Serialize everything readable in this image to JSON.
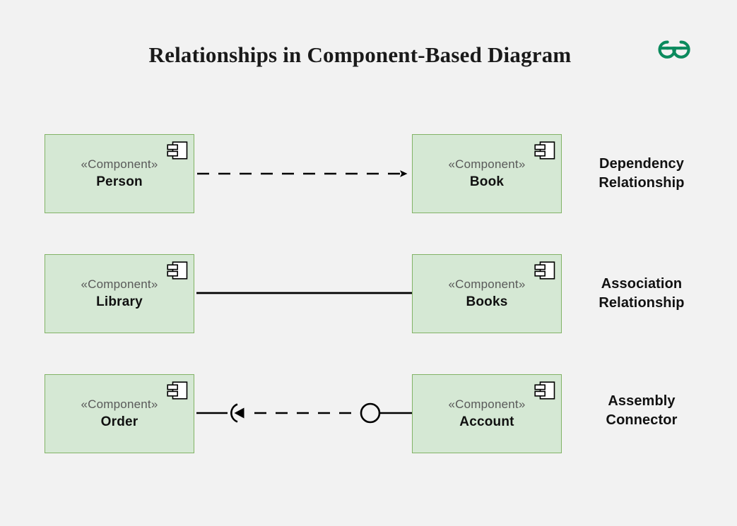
{
  "page": {
    "background_color": "#f2f2f2",
    "title": "Relationships in Component-Based Diagram"
  },
  "brand": {
    "name": "geeksforgeeks-logo",
    "color": "#0b8a5d"
  },
  "diagram": {
    "type": "uml-component-diagram",
    "box_fill": "#d5e8d4",
    "box_stroke": "#82b366",
    "line_color": "#000000",
    "stereotype": "«Component»",
    "rows": [
      {
        "id": "dependency",
        "source": {
          "stereotype": "«Component»",
          "name": "Person"
        },
        "target": {
          "stereotype": "«Component»",
          "name": "Book"
        },
        "connector": "dashed-line-with-open-arrow",
        "label_line1": "Dependency",
        "label_line2": "Relationship"
      },
      {
        "id": "association",
        "source": {
          "stereotype": "«Component»",
          "name": "Library"
        },
        "target": {
          "stereotype": "«Component»",
          "name": "Books"
        },
        "connector": "solid-line",
        "label_line1": "Association",
        "label_line2": "Relationship"
      },
      {
        "id": "assembly",
        "source": {
          "stereotype": "«Component»",
          "name": "Order"
        },
        "target": {
          "stereotype": "«Component»",
          "name": "Account"
        },
        "connector": "socket-and-ball-assembly",
        "label_line1": "Assembly",
        "label_line2": "Connector"
      }
    ]
  }
}
